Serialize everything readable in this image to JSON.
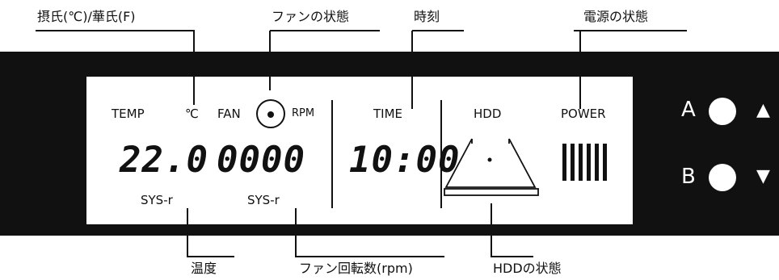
{
  "callouts": {
    "celsius_fahrenheit": "摂氏(℃)/華氏(F)",
    "fan_status": "ファンの状態",
    "time": "時刻",
    "power_status": "電源の状態",
    "temperature": "温度",
    "fan_speed": "ファン回転数(rpm)",
    "hdd_status": "HDDの状態"
  },
  "lcd": {
    "temp_label": "TEMP",
    "temp_unit": "℃",
    "temp_value": "22.0",
    "temp_source": "SYS-r",
    "fan_label": "FAN",
    "rpm_label": "RPM",
    "fan_value": "0000",
    "fan_source": "SYS-r",
    "time_label": "TIME",
    "time_value": "10:00",
    "hdd_label": "HDD",
    "power_label": "POWER"
  },
  "buttons": {
    "a_label": "A",
    "b_label": "B",
    "up_glyph": "▲",
    "down_glyph": "▼"
  }
}
